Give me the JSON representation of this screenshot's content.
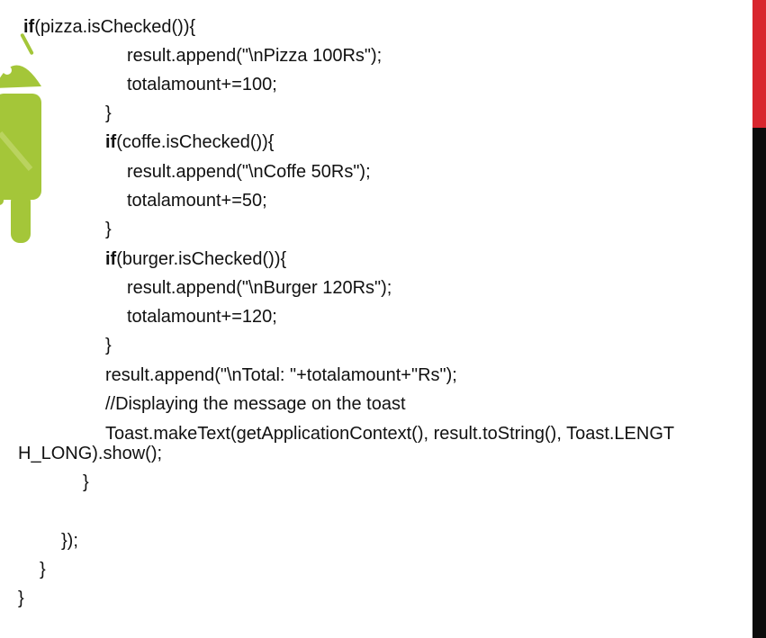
{
  "colors": {
    "accent_red": "#d8262e",
    "sidebar_black": "#0c0c0c",
    "android_green": "#a4c639"
  },
  "decoration": {
    "logo_icon": "android-robot-icon"
  },
  "code": {
    "l1": {
      "kw": "if",
      "rest": "(pizza.isChecked()){"
    },
    "l2": "result.append(\"\\nPizza 100Rs\");",
    "l3": "totalamount+=100;",
    "l4": "}",
    "l5": {
      "kw": "if",
      "rest": "(coffe.isChecked()){"
    },
    "l6": "result.append(\"\\nCoffe 50Rs\");",
    "l7": "totalamount+=50;",
    "l8": "}",
    "l9": {
      "kw": "if",
      "rest": "(burger.isChecked()){"
    },
    "l10": "result.append(\"\\nBurger 120Rs\");",
    "l11": "totalamount+=120;",
    "l12": "}",
    "l13": "result.append(\"\\nTotal: \"+totalamount+\"Rs\");",
    "l14": "//Displaying the message on the toast",
    "l15": "Toast.makeText(getApplicationContext(), result.toString(), Toast.LENGT",
    "l16": "H_LONG).show();",
    "l17": "}",
    "l18": "});",
    "l19": "}",
    "l20": "}"
  }
}
